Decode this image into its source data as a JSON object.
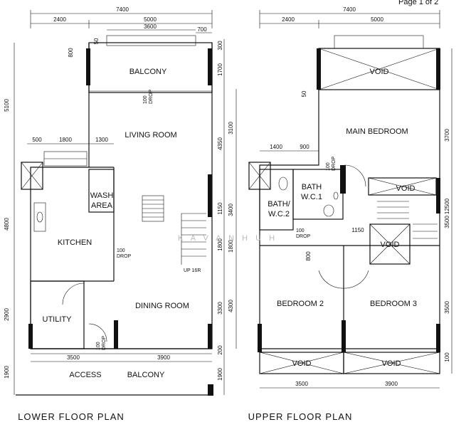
{
  "header": {
    "page_label": "Page 1 of 2"
  },
  "lower": {
    "caption": "LOWER FLOOR PLAN",
    "rooms": {
      "balcony": "BALCONY",
      "living": "LIVING ROOM",
      "wash1": "WASH",
      "wash2": "AREA",
      "kitchen": "KITCHEN",
      "utility": "UTILITY",
      "dining": "DINING ROOM",
      "access": "ACCESS",
      "access_balcony": "BALCONY"
    },
    "notes": {
      "drop_num": "100",
      "drop_word": "DROP",
      "stair": "UP 16R"
    },
    "dims": {
      "total": "7400",
      "d2400": "2400",
      "d5000": "5000",
      "d3600": "3600",
      "d700": "700",
      "d50": "50",
      "d800": "800",
      "d500": "500",
      "d1800": "1800",
      "d1300": "1300",
      "d3500": "3500",
      "d3900": "3900",
      "l5100": "5100",
      "l4800": "4800",
      "l2900": "2900",
      "l1900": "1900",
      "r300": "300",
      "r1700": "1700",
      "r4350": "4350",
      "r1150": "1150",
      "r1800": "1800",
      "r3300": "3300",
      "r200": "200",
      "r1900": "1900"
    }
  },
  "upper": {
    "caption": "UPPER FLOOR PLAN",
    "rooms": {
      "void": "VOID",
      "main_bedroom": "MAIN BEDROOM",
      "bath1a": "BATH",
      "bath1b": "W.C.1",
      "bath2a": "BATH/",
      "bath2b": "W.C.2",
      "bedroom2": "BEDROOM 2",
      "bedroom3": "BEDROOM 3"
    },
    "notes": {
      "drop_num": "100",
      "drop_word": "DROP"
    },
    "dims": {
      "total": "7400",
      "d2400": "2400",
      "d5000": "5000",
      "d1400": "1400",
      "d900": "900",
      "d1150": "1150",
      "d800": "800",
      "d50": "50",
      "d3500": "3500",
      "d3900": "3900",
      "l3100": "3100",
      "l3400": "3400",
      "l4300": "4300",
      "l1800": "1800",
      "r3700": "3700",
      "r12500": "12500",
      "r3500a": "3500",
      "r3500b": "3500",
      "r100": "100"
    }
  },
  "watermark": "K A V A N   H U H"
}
